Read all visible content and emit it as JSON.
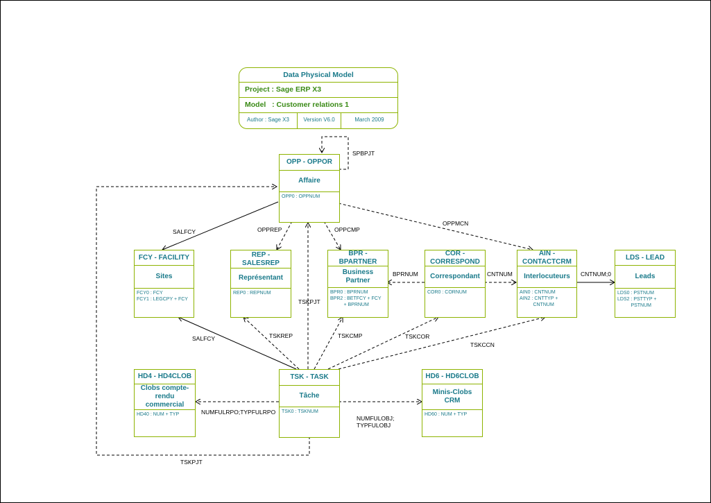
{
  "header": {
    "title": "Data Physical Model",
    "project": "Project : Sage ERP X3",
    "model": "Model   : Customer relations 1",
    "author": "Author : Sage X3",
    "version": "Version V6.0",
    "date": "March 2009"
  },
  "entities": {
    "opp": {
      "name": "OPP - OPPOR",
      "label": "Affaire",
      "keys": [
        "OPP0 : OPPNUM"
      ]
    },
    "fcy": {
      "name": "FCY - FACILITY",
      "label": "Sites",
      "keys": [
        "FCY0 : FCY",
        "FCY1 : LEGCPY + FCY"
      ]
    },
    "rep": {
      "name": "REP - SALESREP",
      "label": "Représentant",
      "keys": [
        "REP0 : REPNUM"
      ]
    },
    "bpr": {
      "name": "BPR - BPARTNER",
      "label": "Business Partner",
      "keys": [
        "BPR0 : BPRNUM",
        "BPR2 : BETFCY + FCY",
        "          + BPRNUM"
      ]
    },
    "cor": {
      "name": "COR - CORRESPOND",
      "label": "Correspondant",
      "keys": [
        "COR0 : CORNUM"
      ]
    },
    "ain": {
      "name": "AIN - CONTACTCRM",
      "label": "Interlocuteurs",
      "keys": [
        "AIN0 : CNTNUM",
        "AIN2 : CNTTYP +",
        "          CNTNUM"
      ]
    },
    "lds": {
      "name": "LDS - LEAD",
      "label": "Leads",
      "keys": [
        "LDS0 : PSTNUM",
        "LDS2 : PSTTYP +",
        "          PSTNUM"
      ]
    },
    "hd4": {
      "name": "HD4 - HD4CLOB",
      "label": "Clobs compte-rendu commercial",
      "keys": [
        "HD40 : NUM + TYP"
      ]
    },
    "tsk": {
      "name": "TSK - TASK",
      "label": "Tâche",
      "keys": [
        "TSK0 : TSKNUM"
      ]
    },
    "hd6": {
      "name": "HD6 - HD6CLOB",
      "label": "Minis-Clobs CRM",
      "keys": [
        "HD60 : NUM + TYP"
      ]
    }
  },
  "links": {
    "spbpjt": "SPBPJT",
    "salfcy_top": "SALFCY",
    "opprep": "OPPREP",
    "oppcmp": "OPPCMP",
    "oppmcn": "OPPMCN",
    "bprnum": "BPRNUM",
    "cntnum": "CNTNUM",
    "cntnum0": "CNTNUM;0",
    "tskpjt_mid": "TSKPJT",
    "salfcy_bottom": "SALFCY",
    "tskrep": "TSKREP",
    "tskcmp": "TSKCMP",
    "tskcor": "TSKCOR",
    "tskccn": "TSKCCN",
    "numfulrpo": "NUMFULRPO;TYPFULRPO",
    "numfulobj": "NUMFULOBJ;",
    "typfulobj": "TYPFULOBJ",
    "tskpjt_bottom": "TSKPJT"
  },
  "colors": {
    "border": "#8db300",
    "entity_text": "#1a7a8a",
    "project_text": "#3a8a16",
    "line": "#000000"
  }
}
